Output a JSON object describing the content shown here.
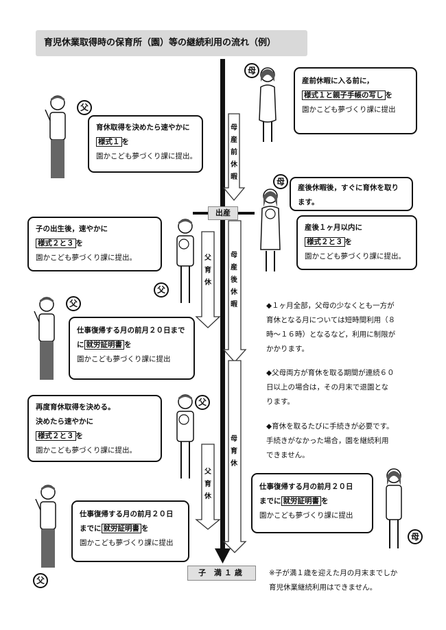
{
  "title": "育児休業取得時の保育所（園）等の継続利用の流れ（例）",
  "badges": {
    "father": "父",
    "mother": "母"
  },
  "timeline": {
    "birth_label": "出産",
    "end_label": "子 満１歳",
    "mother_prenatal_label": [
      "母",
      "産",
      "前",
      "休",
      "暇"
    ],
    "mother_postnatal_label": [
      "母",
      "産",
      "後",
      "休",
      "暇"
    ],
    "father_leave_1_label": [
      "父",
      "育",
      "休"
    ],
    "mother_leave_label": [
      "母",
      "育",
      "休"
    ],
    "father_leave_2_label": [
      "父",
      "育",
      "休"
    ]
  },
  "bubbles": {
    "mother_1": {
      "l1": "産前休暇に入る前に，",
      "l2a": "様式１と親子手帳の写し",
      "l2b": "を",
      "l3": "園かこども夢づくり課に提出"
    },
    "father_1": {
      "l1": "育休取得を決めたら速やかに",
      "l2a": "様式１",
      "l2b": "を",
      "l3": "園かこども夢づくり課に提出。"
    },
    "mother_2": {
      "l1": "産後休暇後，すぐに育休を取り",
      "l2": "ます。"
    },
    "father_2": {
      "l1": "子の出生後，速やかに",
      "l2a": "様式２と３",
      "l2b": "を",
      "l3": "園かこども夢づくり課に提出。"
    },
    "mother_3": {
      "l1": "産後１ヶ月以内に",
      "l2a": "様式２と３",
      "l2b": "を",
      "l3": "園かこども夢づくり課に提出。"
    },
    "father_3": {
      "l1": "仕事復帰する月の前月２０日まで",
      "l2a": "に",
      "l2b": "就労証明書",
      "l2c": "を",
      "l3": "園かこども夢づくり課に提出"
    },
    "father_4": {
      "l1": "再度育休取得を決める。",
      "l2": "決めたら速やかに",
      "l3a": "様式２と３",
      "l3b": "を",
      "l4": "園かこども夢づくり課に提出。"
    },
    "mother_4": {
      "l1": "仕事復帰する月の前月２０日",
      "l2a": "までに",
      "l2b": "就労証明書",
      "l2c": "を",
      "l3": "園かこども夢づくり課に提出"
    },
    "father_5": {
      "l1": "仕事復帰する月の前月２０日",
      "l2a": "までに",
      "l2b": "就労証明書",
      "l2c": "を",
      "l3": "園かこども夢づくり課に提出"
    }
  },
  "notes": {
    "n1": [
      "◆１ヶ月全部，父母の少なくとも一方が",
      "育休となる月については短時間利用（８",
      "時～１６時）となるなど，利用に制限が",
      "かかります。"
    ],
    "n2": [
      "◆父母両方が育休を取る期間が連続６０",
      "日以上の場合は，その月末で退園とな",
      "ります。"
    ],
    "n3": [
      "◆育休を取るたびに手続きが必要です。",
      "手続きがなかった場合，園を継続利用",
      "できません。"
    ],
    "footer": [
      "※子が満１歳を迎えた月の月末までしか",
      "育児休業継続利用はできません。"
    ]
  }
}
